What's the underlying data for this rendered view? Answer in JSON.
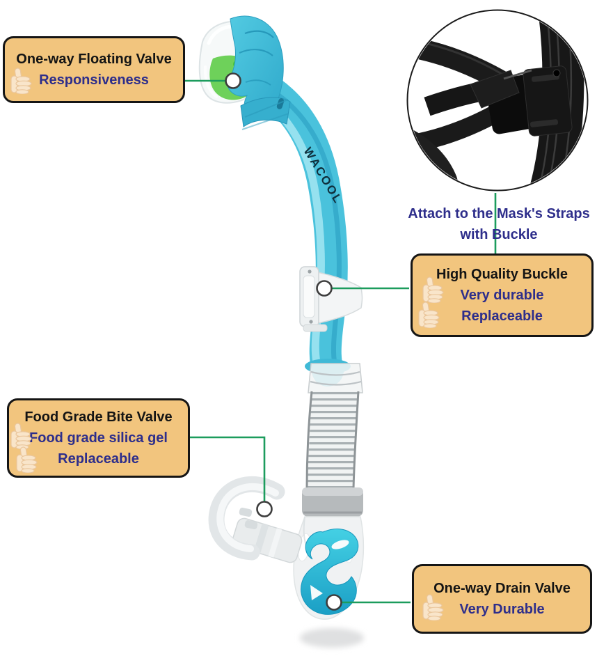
{
  "brand_label": "WACOOL",
  "inset": {
    "caption_line1": "Attach to the Mask's Straps",
    "caption_line2": "with Buckle"
  },
  "callouts": {
    "floating_valve": {
      "title": "One-way Floating Valve",
      "features": [
        "Responsiveness"
      ]
    },
    "buckle": {
      "title": "High Quality Buckle",
      "features": [
        "Very durable",
        "Replaceable"
      ]
    },
    "bite_valve": {
      "title": "Food Grade Bite Valve",
      "features": [
        "Food grade silica gel",
        "Replaceable"
      ]
    },
    "drain_valve": {
      "title": "One-way Drain Valve",
      "features": [
        "Very Durable"
      ]
    }
  },
  "icons": {
    "feature_bullet": "thumbs-up-icon"
  },
  "colors": {
    "callout_bg": "#F2C57E",
    "callout_border": "#151515",
    "title_text": "#141414",
    "feature_text": "#2E2E8B",
    "connector_line": "#1C9C5D",
    "snorkel_tube": "#4AC2DC",
    "valve_green": "#5BCB43",
    "drain_accent": "#2BBCD9"
  }
}
